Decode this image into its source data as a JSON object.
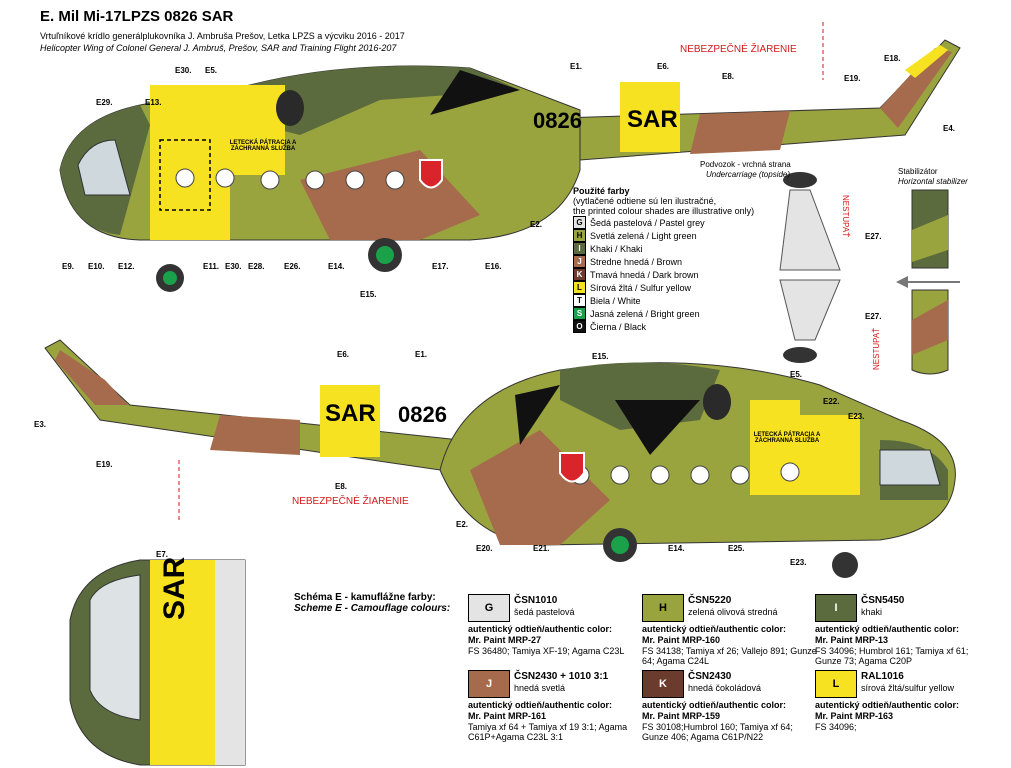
{
  "header": {
    "title": "E. Mil Mi-17LPZS 0826 SAR",
    "subtitle_sk": "Vrtuľníkové krídlo generálplukovníka J. Ambruša Prešov, Letka LPZS a výcviku 2016 - 2017",
    "subtitle_en": "Helicopter Wing of Colonel General J. Ambruš, Prešov, SAR and Training Flight 2016-207"
  },
  "markings": {
    "serial": "0826",
    "sar": "SAR",
    "warning": "NEBEZPEČNÉ ŽIARENIE",
    "rescue": "LETECKÁ PÁTRACIA A ZÁCHRANNÁ SLUŽBA",
    "nestupat": "NESTUPAŤ"
  },
  "colors": {
    "G": "#e4e4e4",
    "H": "#9aa43e",
    "I": "#5b6b3d",
    "J": "#a56b4c",
    "K": "#6b3b2e",
    "L": "#f6e220",
    "S": "#1aa14a",
    "O": "#111111"
  },
  "legend": {
    "header": "Použité farby",
    "note1": "(vytlačené odtiene sú len ilustračné,",
    "note2": "the printed colour shades are illustrative only)",
    "items": [
      {
        "code": "G",
        "label": "Šedá pastelová / Pastel grey"
      },
      {
        "code": "H",
        "label": "Svetlá zelená / Light green"
      },
      {
        "code": "I",
        "label": "Khaki / Khaki"
      },
      {
        "code": "J",
        "label": "Stredne hnedá / Brown"
      },
      {
        "code": "K",
        "label": "Tmavá hnedá / Dark brown"
      },
      {
        "code": "L",
        "label": "Sírová žltá / Sulfur yellow"
      },
      {
        "code": "T",
        "label": "Biela / White"
      },
      {
        "code": "S",
        "label": "Jasná zelená / Bright green"
      },
      {
        "code": "O",
        "label": "Čierna / Black"
      }
    ]
  },
  "views": {
    "undercarriage_sk": "Podvozok - vrchná strana",
    "undercarriage_en": "Undercarriage (topside)",
    "stabilizer_sk": "Stabilizátor",
    "stabilizer_en": "Horizontal stabilizer"
  },
  "schema": {
    "title_sk": "Schéma E - kamuflážne farby:",
    "title_en": "Scheme E - Camouflage colours:"
  },
  "cards": [
    {
      "code": "G",
      "std": "ČSN1010",
      "name": "šedá pastelová",
      "auth": "autentický odtieň/authentic color:",
      "mr": "Mr. Paint MRP-27",
      "fs": "FS 36480; Tamiya XF-19; Agama C23L"
    },
    {
      "code": "H",
      "std": "ČSN5220",
      "name": "zelená olivová stredná",
      "auth": "autentický odtieň/authentic color:",
      "mr": "Mr. Paint MRP-160",
      "fs": "FS 34138; Tamiya xf 26; Vallejo 891; Gunze 64; Agama C24L"
    },
    {
      "code": "I",
      "std": "ČSN5450",
      "name": "khaki",
      "auth": "autentický odtieň/authentic color:",
      "mr": "Mr. Paint MRP-13",
      "fs": "FS 34096; Humbrol 161; Tamiya xf 61; Gunze 73; Agama C20P"
    },
    {
      "code": "J",
      "std": "ČSN2430 + 1010 3:1",
      "name": "hnedá svetlá",
      "auth": "autentický odtieň/authentic color:",
      "mr": "Mr. Paint MRP-161",
      "fs": "Tamiya xf 64 + Tamiya xf 19 3:1; Agama C61P+Agama C23L 3:1"
    },
    {
      "code": "K",
      "std": "ČSN2430",
      "name": "hnedá čokoládová",
      "auth": "autentický odtieň/authentic color:",
      "mr": "Mr. Paint MRP-159",
      "fs": "FS 30108;Humbrol 160; Tamiya xf 64; Gunze 406; Agama C61P/N22"
    },
    {
      "code": "L",
      "std": "RAL1016",
      "name": "sírová žltá/sulfur yellow",
      "auth": "autentický odtieň/authentic color:",
      "mr": "Mr. Paint MRP-163",
      "fs": "FS 34096;"
    }
  ],
  "callouts_top": [
    "E30.",
    "E5.",
    "E29.",
    "E13.",
    "E1.",
    "E6.",
    "E8.",
    "E19.",
    "E18.",
    "E4.",
    "E2.",
    "E9.",
    "E10.",
    "E12.",
    "E11.",
    "E30.",
    "E28.",
    "E26.",
    "E14.",
    "E15.",
    "E17.",
    "E16.",
    "E27.",
    "E27."
  ],
  "callouts_bottom": [
    "E3.",
    "E19.",
    "E6.",
    "E1.",
    "E15.",
    "E5.",
    "E22.",
    "E23.",
    "E8.",
    "E2.",
    "E20.",
    "E21.",
    "E14.",
    "E25.",
    "E23.",
    "E7."
  ]
}
